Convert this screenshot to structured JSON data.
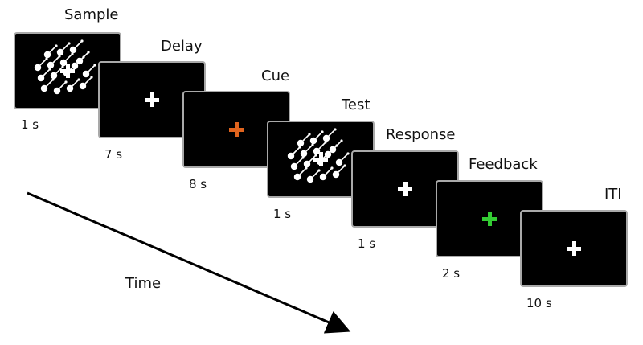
{
  "time_label": "Time",
  "events": [
    {
      "label": "Sample",
      "duration": "1 s",
      "display": "dots-with-cross",
      "cross_color": "#ffffff"
    },
    {
      "label": "Delay",
      "duration": "7 s",
      "display": "cross",
      "cross_color": "#ffffff"
    },
    {
      "label": "Cue",
      "duration": "8 s",
      "display": "cross",
      "cross_color": "#e0641e"
    },
    {
      "label": "Test",
      "duration": "1 s",
      "display": "dots-with-cross",
      "cross_color": "#ffffff"
    },
    {
      "label": "Response",
      "duration": "1 s",
      "display": "cross",
      "cross_color": "#ffffff"
    },
    {
      "label": "Feedback",
      "duration": "2 s",
      "display": "cross",
      "cross_color": "#33cc33"
    },
    {
      "label": "ITI",
      "duration": "10 s",
      "display": "cross",
      "cross_color": "#ffffff"
    }
  ],
  "colors": {
    "screen_background": "#000000",
    "screen_border": "#a9a9a9",
    "dot_color": "#ffffff",
    "arrow_color": "#000000"
  }
}
